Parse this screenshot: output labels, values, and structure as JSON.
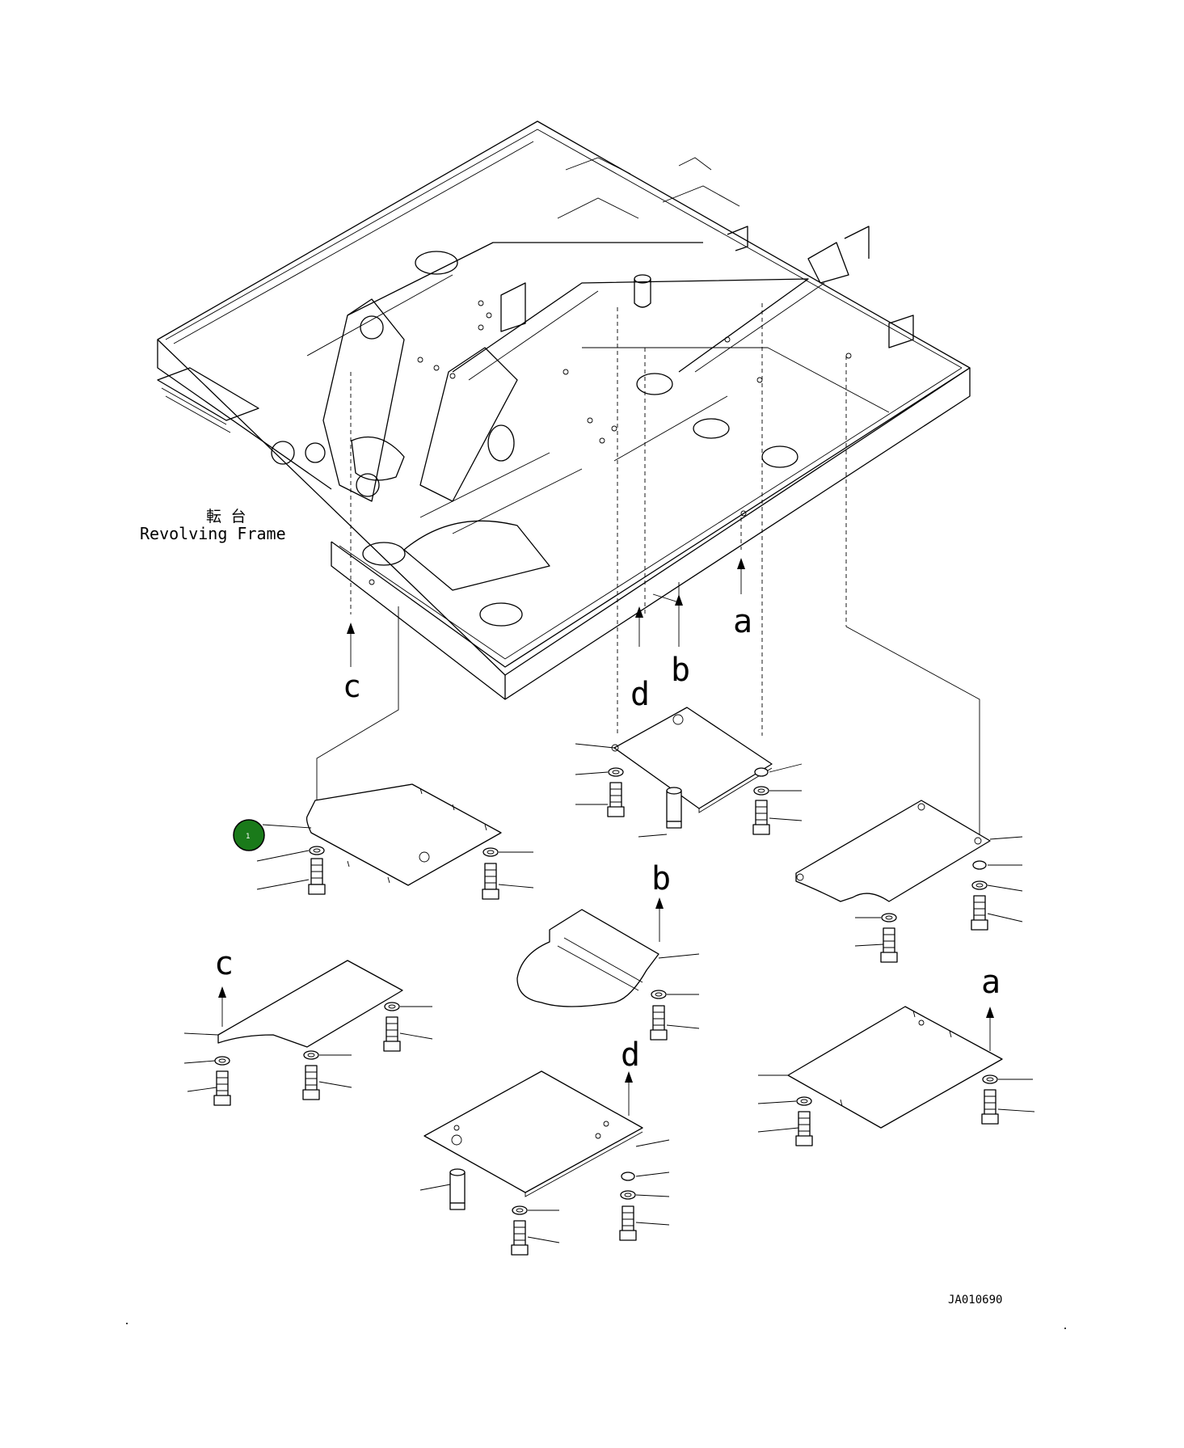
{
  "frame_label": {
    "jp": "転 台",
    "en": "Revolving Frame"
  },
  "view_letters": {
    "top_c": "c",
    "top_d": "d",
    "top_b": "b",
    "top_a": "a",
    "mid_b": "b",
    "left_c": "c",
    "mid_d": "d",
    "right_a": "a"
  },
  "callout": {
    "number": "1",
    "color": "#1a7a1a"
  },
  "drawing_id": "JA010690"
}
